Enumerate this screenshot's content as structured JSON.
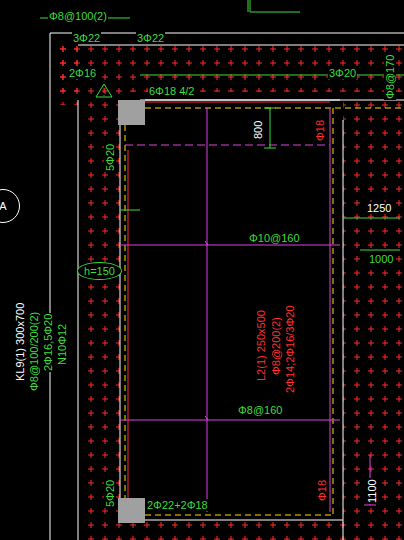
{
  "diagram": {
    "nodes": [
      {
        "text": [
          "A"
        ]
      },
      {
        "text": [
          "h=150"
        ]
      }
    ],
    "labels": [
      "Φ8@100(2)",
      "3Φ22",
      "3Φ22",
      "2Φ16",
      "3Φ20",
      "Φ8@170",
      "6Φ18 4/2",
      "5Φ20",
      "800",
      "Φ18",
      "1250",
      "Φ10@160",
      "1000",
      "KL9(1) 300x700",
      "Φ8@100/200(2)",
      "2Φ16,5Φ20",
      "N10Φ12",
      "L2(1) 250x500",
      "Φ8@200(2)",
      "2Φ14;2Φ16/3Φ20",
      "Φ8@160",
      "Φ18",
      "5Φ20",
      "2Φ22+2Φ18",
      "1100"
    ]
  }
}
